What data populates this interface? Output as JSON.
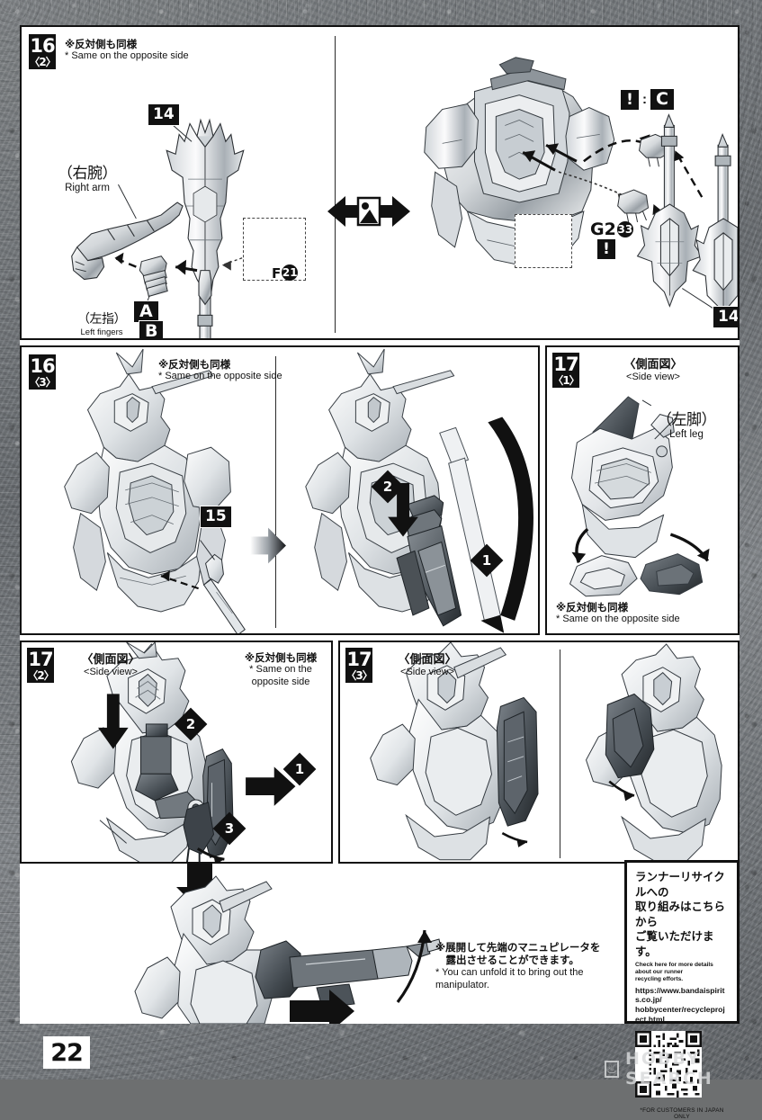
{
  "page": {
    "number": "22",
    "watermark": "HOBBY SEARCH",
    "watermark_mark": "flame-mark"
  },
  "panels": {
    "p16_2": {
      "step": "16",
      "substep": "〈2〉",
      "note_jp": "※反対側も同様",
      "note_en": "* Same on the opposite side",
      "left_part_jp": "（右腕）",
      "left_part_en": "Right arm",
      "fingers_jp": "（左指）",
      "fingers_en": "Left fingers",
      "chip_14": "14",
      "chip_A": "A",
      "chip_B": "B",
      "detail_runner": "F",
      "detail_runner_num": "21",
      "mirror_icon": "mirror-symmetry-icon",
      "right_chip_14": "14",
      "right_runner": "G2",
      "right_runner_num": "33",
      "right_chip_C": "C",
      "warn_glyph": "!"
    },
    "p16_3": {
      "step": "16",
      "substep": "〈3〉",
      "note_jp": "※反対側も同様",
      "note_en": "* Same on the opposite side",
      "chip_15": "15",
      "marker_1": "1",
      "marker_2": "2"
    },
    "p17_1": {
      "step": "17",
      "substep": "〈1〉",
      "view_jp": "〈側面図〉",
      "view_en": "<Side view>",
      "part_jp": "（左脚）",
      "part_en": "Left leg",
      "note_jp": "※反対側も同様",
      "note_en": "* Same on the opposite side"
    },
    "p17_2": {
      "step": "17",
      "substep": "〈2〉",
      "view_jp": "〈側面図〉",
      "view_en": "<Side view>",
      "note_jp": "※反対側も同様",
      "note_en": "* Same on the\n   opposite side",
      "marker_1": "1",
      "marker_2": "2",
      "marker_3": "3"
    },
    "p17_3": {
      "step": "17",
      "substep": "〈3〉",
      "view_jp": "〈側面図〉",
      "view_en": "<Side view>"
    },
    "p_bottom": {
      "note_jp": "※展開して先端のマニュピレータを\n　露出させることができます。",
      "note_en": "* You can unfold it to bring out the\n   manipulator."
    }
  },
  "recycle_box": {
    "headline_jp": "ランナーリサイクルへの\n取り組みはこちらから\nご覧いただけます。",
    "headline_en": "Check here for more details about our runner\nrecycling efforts.",
    "url": "https://www.bandaispirits.co.jp/\nhobbycenter/recycleproject.html",
    "qr_label": "qr-code",
    "footer": "*FOR CUSTOMERS IN JAPAN ONLY"
  },
  "colors": {
    "ink": "#111111",
    "paper": "#ffffff",
    "background": "#72767a",
    "part_fill_light": "#e9ebec",
    "part_fill_mid": "#b9bec2",
    "part_fill_dark": "#5e656b"
  }
}
